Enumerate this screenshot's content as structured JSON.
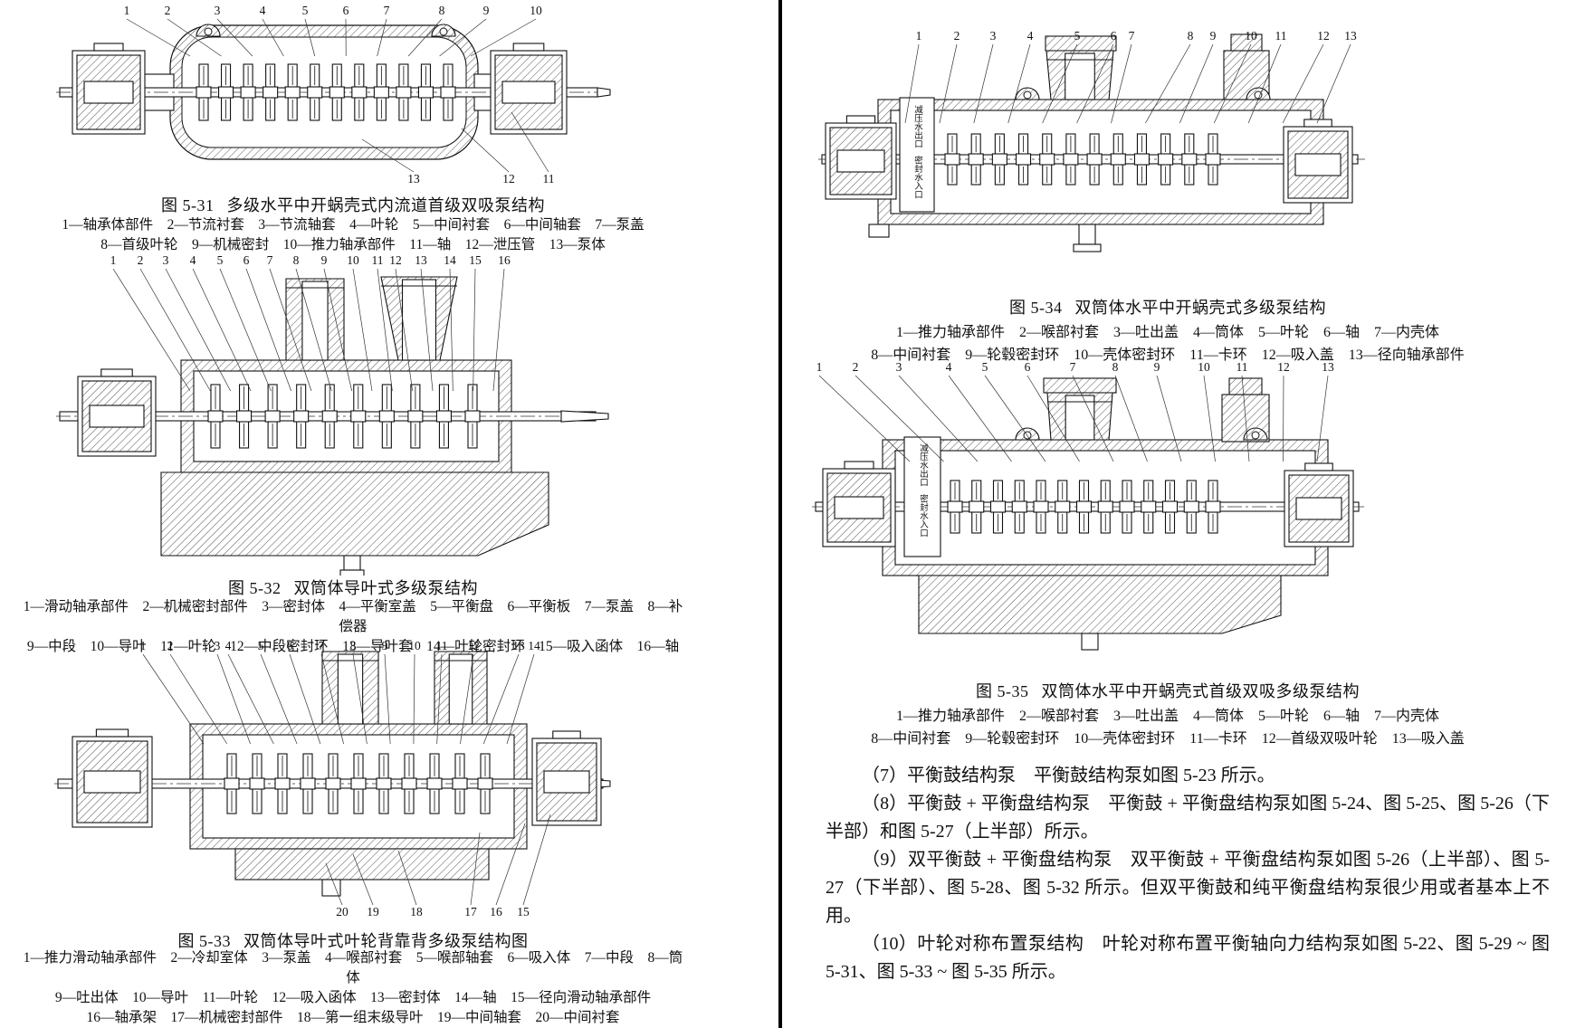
{
  "figures": [
    {
      "id": "5-31",
      "caption_label": "图 5-31",
      "caption_title": "多级水平中开蜗壳式内流道首级双吸泵结构",
      "parts_lines": [
        "1—轴承体部件　2—节流衬套　3—节流轴套　4—叶轮　5—中间衬套　6—中间轴套　7—泵盖",
        "8—首级叶轮　9—机械密封　10—推力轴承部件　11—轴　12—泄压管　13—泵体"
      ],
      "callouts_top": [
        "1",
        "2",
        "3",
        "4",
        "5",
        "6",
        "7",
        "8",
        "9",
        "10"
      ],
      "callouts_bottom": [
        "13",
        "12",
        "11"
      ]
    },
    {
      "id": "5-32",
      "caption_label": "图 5-32",
      "caption_title": "双筒体导叶式多级泵结构",
      "parts_lines": [
        "1—滑动轴承部件　2—机械密封部件　3—密封体　4—平衡室盖　5—平衡盘　6—平衡板　7—泵盖　8—补偿器",
        "9—中段　10—导叶　11—叶轮　12—中段密封环　13—导叶套　14—叶轮密封环　15—吸入函体　16—轴"
      ],
      "callouts_top": [
        "1",
        "2",
        "3",
        "4",
        "5",
        "6",
        "7",
        "8",
        "9",
        "10",
        "11",
        "12",
        "13",
        "14",
        "15",
        "16"
      ],
      "callouts_bottom": []
    },
    {
      "id": "5-33",
      "caption_label": "图 5-33",
      "caption_title": "双筒体导叶式叶轮背靠背多级泵结构图",
      "parts_lines": [
        "1—推力滑动轴承部件　2—冷却室体　3—泵盖　4—喉部衬套　5—喉部轴套　6—吸入体　7—中段　8—筒体",
        "9—吐出体　10—导叶　11—叶轮　12—吸入函体　13—密封体　14—轴　15—径向滑动轴承部件",
        "16—轴承架　17—机械密封部件　18—第一组末级导叶　19—中间轴套　20—中间衬套"
      ],
      "callouts_top": [
        "1",
        "2",
        "3",
        "4",
        "5",
        "6",
        "7",
        "8",
        "9",
        "10",
        "11",
        "12",
        "13",
        "14"
      ],
      "callouts_bottom": [
        "20",
        "19",
        "18",
        "17",
        "16",
        "15"
      ]
    },
    {
      "id": "5-34",
      "caption_label": "图 5-34",
      "caption_title": "双筒体水平中开蜗壳式多级泵结构",
      "parts_lines": [
        "1—推力轴承部件　2—喉部衬套　3—吐出盖　4—筒体　5—叶轮　6—轴　7—内壳体",
        "8—中间衬套　9—轮毂密封环　10—壳体密封环　11—卡环　12—吸入盖　13—径向轴承部件"
      ],
      "callouts_top": [
        "1",
        "2",
        "3",
        "4",
        "5",
        "6",
        "7",
        "8",
        "9",
        "10",
        "11",
        "12",
        "13"
      ],
      "callouts_bottom": [],
      "annotations": [
        "减压水出口",
        "密封水入口"
      ]
    },
    {
      "id": "5-35",
      "caption_label": "图 5-35",
      "caption_title": "双筒体水平中开蜗壳式首级双吸多级泵结构",
      "parts_lines": [
        "1—推力轴承部件　2—喉部衬套　3—吐出盖　4—筒体　5—叶轮　6—轴　7—内壳体",
        "8—中间衬套　9—轮毂密封环　10—壳体密封环　11—卡环　12—首级双吸叶轮　13—吸入盖"
      ],
      "callouts_top": [
        "1",
        "2",
        "3",
        "4",
        "5",
        "6",
        "7",
        "8",
        "9",
        "10",
        "11",
        "12",
        "13"
      ],
      "callouts_bottom": [],
      "annotations": [
        "减压水出口",
        "密封水入口"
      ]
    }
  ],
  "paragraphs": [
    "（7）平衡鼓结构泵　平衡鼓结构泵如图 5-23 所示。",
    "（8）平衡鼓 + 平衡盘结构泵　平衡鼓 + 平衡盘结构泵如图 5-24、图 5-25、图 5-26（下半部）和图 5-27（上半部）所示。",
    "（9）双平衡鼓 + 平衡盘结构泵　双平衡鼓 + 平衡盘结构泵如图 5-26（上半部）、图 5-27（下半部）、图 5-28、图 5-32 所示。但双平衡鼓和纯平衡盘结构泵很少用或者基本上不用。",
    "（10）叶轮对称布置泵结构　叶轮对称布置平衡轴向力结构泵如图 5-22、图 5-29 ~ 图 5-31、图 5-33 ~ 图 5-35 所示。"
  ]
}
